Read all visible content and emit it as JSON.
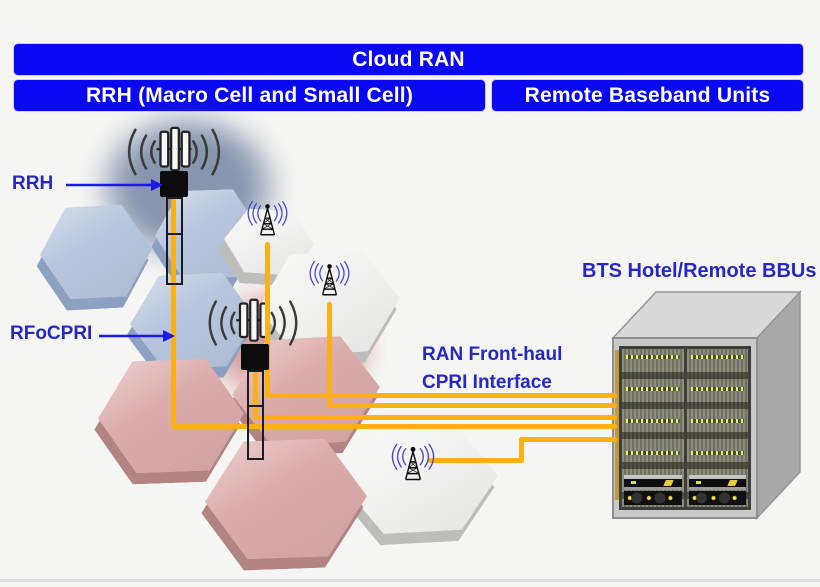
{
  "title_bars": {
    "cloud_ran": "Cloud RAN",
    "left_bar": "RRH (Macro Cell and Small Cell)",
    "right_bar": "Remote Baseband Units"
  },
  "labels": {
    "rrh": "RRH",
    "rfocpri": "RFoCPRI",
    "fronthaul_line1": "RAN Front-haul",
    "fronthaul_line2": "CPRI Interface",
    "bts_title": "BTS Hotel/Remote BBUs"
  },
  "icons": {
    "macro_antenna": "macro-rrh-antenna-icon",
    "small_cell": "small-cell-tower-icon",
    "rack": "bbu-rack"
  },
  "diagram": {
    "macro_rrh_sites": 2,
    "small_cell_sites": 3,
    "cpri_fronthaul_links": 5
  },
  "colors": {
    "page_bg": "#f5f5f3",
    "bar_blue": "#0a08f2",
    "bar_text": "#ffffff",
    "label_blue": "#2727c4",
    "arrow_blue": "#1a1ae6",
    "cable_orange": "#fbb116",
    "hex_blue": "#b7c5de",
    "hex_blue_side": "#8ca1c1",
    "hex_pink": "#dcabab",
    "hex_pink_side": "#b18383",
    "hex_white": "#f2f2f0",
    "hex_white_side": "#bdbdbb",
    "tower_wave_blue": "#4543cf"
  }
}
